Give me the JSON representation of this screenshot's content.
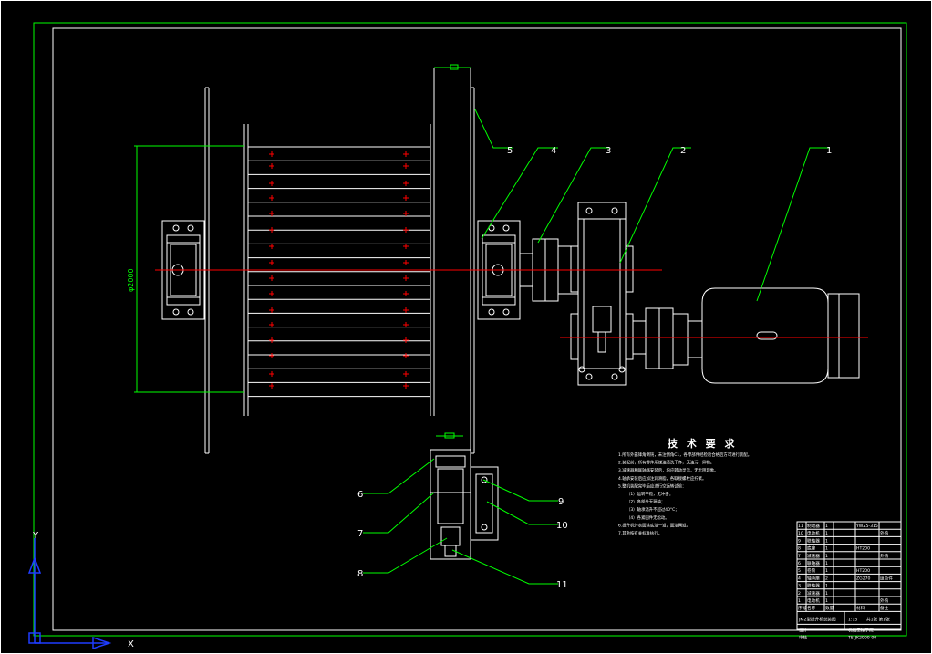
{
  "drawing": {
    "diameter_dim": "φ2000",
    "tech_req_title": "技 术 要 求",
    "tech_notes": [
      "1.所有外露锋角倒钝，未注倒角C1，各零部件经检验合格后方可进行装配。",
      "2.装配前，所有零件用煤油清洗干净，无油污、异物。",
      "3.减速器和联轴器安装后，均应转动灵活，无卡阻现象。",
      "4.轴承安装后应加注润滑脂，各联接螺栓应拧紧。",
      "5.整机装配完毕后应进行空运转试验：",
      "（1）运转平稳，无冲击；",
      "（2）各部分无漏油；",
      "（3）轴承温升不超过40°C；",
      "（4）各紧固件无松动。",
      "6.提升机外表面涂底漆一道，面漆两道。",
      "7.其余按有关标准执行。"
    ],
    "part_numbers": {
      "p1": "1",
      "p2": "2",
      "p3": "3",
      "p4": "4",
      "p5": "5",
      "p6": "6",
      "p7": "7",
      "p8": "8",
      "p9": "9",
      "p10": "10",
      "p11": "11"
    },
    "ucs": {
      "x": "X",
      "y": "Y"
    }
  },
  "title_block": {
    "rows": [
      [
        "11",
        "制动器",
        "1",
        "",
        "YWZ5-315",
        ""
      ],
      [
        "10",
        "电动机",
        "1",
        "",
        "",
        "外购"
      ],
      [
        "9",
        "联轴器",
        "1",
        "",
        "",
        ""
      ],
      [
        "8",
        "底座",
        "1",
        "",
        "HT200",
        ""
      ],
      [
        "7",
        "减速器",
        "1",
        "",
        "",
        "外购"
      ],
      [
        "6",
        "联轴器",
        "1",
        "",
        "",
        ""
      ],
      [
        "5",
        "卷筒",
        "1",
        "",
        "HT200",
        ""
      ],
      [
        "4",
        "轴承座",
        "2",
        "",
        "ZG270",
        "组合件"
      ],
      [
        "3",
        "联轴器",
        "1",
        "",
        "",
        ""
      ],
      [
        "2",
        "减速器",
        "1",
        "",
        "",
        ""
      ],
      [
        "1",
        "电动机",
        "1",
        "",
        "",
        "外购"
      ]
    ],
    "header": [
      "序号",
      "名称",
      "数量",
      "",
      "材料",
      "备注"
    ],
    "drawing_title": "JK-2型提升机总装图",
    "scale": "1:15",
    "sheet": "共1张 第1张",
    "school": "机械工程学院",
    "design": "设计",
    "check": "审核",
    "drawing_no": "TS-JK2000-00"
  }
}
